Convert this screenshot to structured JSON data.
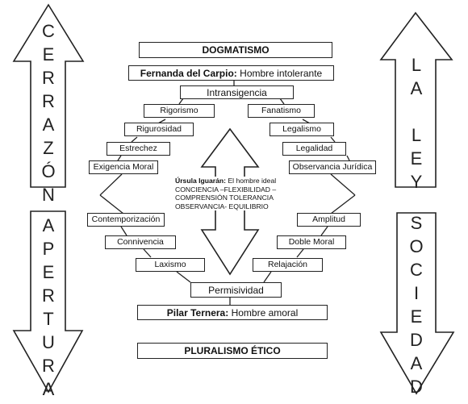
{
  "top_title": "DOGMATISMO",
  "fernanda": {
    "name": "Fernanda del Carpio:",
    "desc": "Hombre intolerante"
  },
  "intransigencia": "Intransigencia",
  "left_upper": [
    "Rigorismo",
    "Rigurosidad",
    "Estrechez",
    "Exigencia Moral"
  ],
  "right_upper": [
    "Fanatismo",
    "Legalismo",
    "Legalidad",
    "Observancia Jurídica"
  ],
  "left_lower": [
    "Contemporización",
    "Connivencia",
    "Laxismo"
  ],
  "right_lower": [
    "Amplitud",
    "Doble Moral",
    "Relajación"
  ],
  "permisividad": "Permisividad",
  "pilar": {
    "name": "Pilar Ternera:",
    "desc": "Hombre amoral"
  },
  "bottom_title": "PLURALISMO ÉTICO",
  "center": {
    "title_name": "Úrsula Iguarán:",
    "title_rest": "El hombre ideal",
    "lines": [
      "CONCIENCIA –FLEXIBILIDAD –",
      "COMPRENSIÓN  TOLERANCIA",
      "OBSERVANCIA-   EQUILIBRIO"
    ]
  },
  "side_words": {
    "left_up": "CERRAZÓN",
    "left_down": "APERTURA",
    "right_up": "LA LEY",
    "right_down": "SOCIEDAD"
  }
}
